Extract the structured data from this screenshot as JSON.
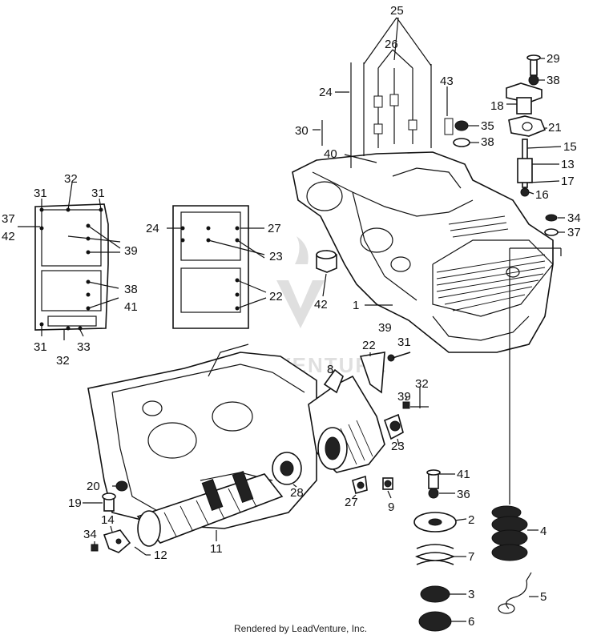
{
  "footer": "Rendered by LeadVenture, Inc.",
  "watermark": "LEADVENTURE",
  "callouts": [
    "1",
    "2",
    "3",
    "4",
    "5",
    "6",
    "7",
    "8",
    "9",
    "11",
    "12",
    "13",
    "14",
    "15",
    "16",
    "17",
    "18",
    "19",
    "20",
    "21",
    "22",
    "23",
    "24",
    "25",
    "26",
    "27",
    "28",
    "29",
    "30",
    "31",
    "32",
    "33",
    "34",
    "35",
    "36",
    "37",
    "38",
    "39",
    "40",
    "41",
    "42",
    "43"
  ],
  "labels": {
    "c25": "25",
    "c26": "26",
    "c24a": "24",
    "c43": "43",
    "c29": "29",
    "c38a": "38",
    "c18": "18",
    "c30": "30",
    "c35": "35",
    "c38b": "38",
    "c21": "21",
    "c40": "40",
    "c15": "15",
    "c13": "13",
    "c17": "17",
    "c16": "16",
    "c34a": "34",
    "c37a": "37",
    "c42a": "42",
    "c1": "1",
    "c32a": "32",
    "c31a": "31",
    "c31b": "31",
    "c37b": "37",
    "c42b": "42",
    "c39a": "39",
    "c38c": "38",
    "c41a": "41",
    "c31c": "31",
    "c32b": "32",
    "c33": "33",
    "c24b": "24",
    "c27a": "27",
    "c23a": "23",
    "c22a": "22",
    "c39b": "39",
    "c31d": "31",
    "c22b": "22",
    "c8": "8",
    "c32c": "32",
    "c39c": "39",
    "c23b": "23",
    "c41b": "41",
    "c36": "36",
    "c2": "2",
    "c4": "4",
    "c7": "7",
    "c3": "3",
    "c5": "5",
    "c6": "6",
    "c20": "20",
    "c19": "19",
    "c28": "28",
    "c27b": "27",
    "c9": "9",
    "c14": "14",
    "c34b": "34",
    "c12": "12",
    "c11": "11"
  }
}
